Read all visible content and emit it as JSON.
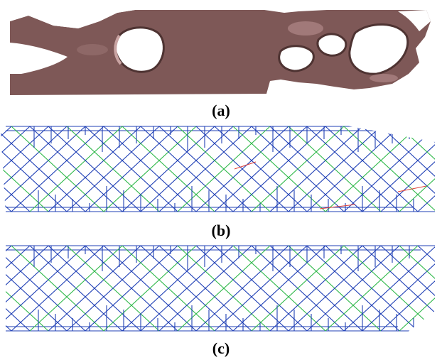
{
  "figure": {
    "panels": [
      {
        "label": "(a)"
      },
      {
        "label": "(b)"
      },
      {
        "label": "(c)"
      }
    ]
  },
  "colors": {
    "solid": "#7e5857",
    "solid_light": "#b08887",
    "solid_dark": "#4e3332",
    "lattice_blue": "#1f3fb5",
    "lattice_green": "#2fb84a",
    "lattice_red": "#e0413a"
  }
}
